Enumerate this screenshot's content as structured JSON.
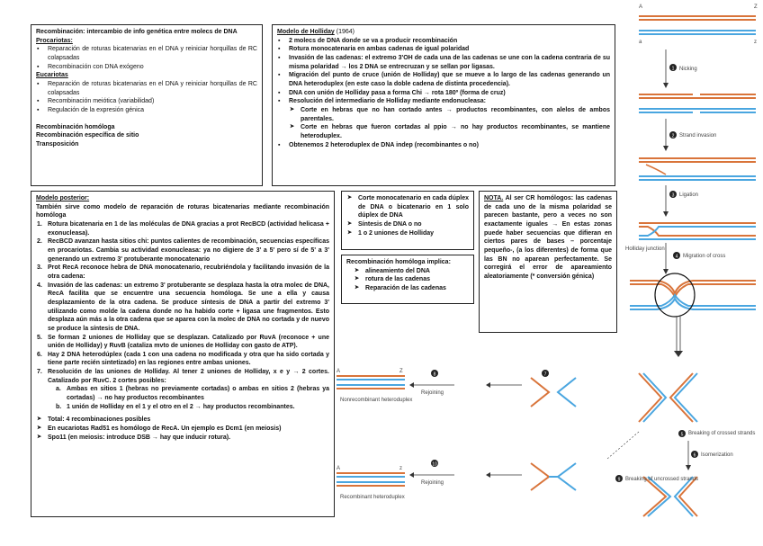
{
  "box1": {
    "title": "Recombinación: intercambio de info genética entre molecs de DNA",
    "prok_heading": "Procariotas:",
    "prok_items": [
      "Reparación de roturas bicatenarias en el DNA y reiniciar horquillas de RC colapsadas",
      "Recombinación con DNA exógeno"
    ],
    "euk_heading": "Eucariotas",
    "euk_items": [
      "Reparación de roturas bicatenarias en el DNA y reiniciar horquillas de RC colapsadas",
      "Recombinación meiótica (variabilidad)",
      "Regulación de la expresión génica"
    ],
    "types": [
      "Recombinación homóloga",
      "Recombinación específica de sitio",
      "Transposición"
    ]
  },
  "box2": {
    "title": "Modelo de Holliday",
    "year": "(1964)",
    "items": [
      "2 molecs de DNA donde se va a producir recombinación",
      "Rotura monocatenaria en ambas cadenas de igual polaridad",
      "Invasión de las cadenas: el extremo 3'OH de cada una de las cadenas se une con la cadena contraria de su misma polaridad → los 2 DNA se entrecruzan y se sellan por ligasas.",
      "Migración del punto de cruce (unión de Holliday) que se mueve a lo largo de las cadenas generando un DNA heteroduplex (en este caso la doble cadena de distinta procedencia).",
      "DNA con unión de Holliday pasa a forma Chi → rota 180º (forma de cruz)",
      "Resolución del intermediario de Holliday mediante endonucleasa:"
    ],
    "subitems": [
      "Corte en hebras que no han cortado antes → productos recombinantes, con alelos de ambos parentales.",
      "Corte en hebras que fueron cortadas al ppio → no hay productos recombinantes, se mantiene heteroduplex."
    ],
    "last_item": "Obtenemos 2 heteroduplex de DNA indep (recombinantes o no)"
  },
  "box3": {
    "title": "Modelo posterior:",
    "intro": "También sirve como modelo de reparación de roturas bicatenarias mediante recombinación homóloga",
    "steps": [
      {
        "num": "1.",
        "text": "Rotura bicatenaria en 1 de las moléculas de DNA gracias a prot RecBCD (actividad helicasa + exonucleasa)."
      },
      {
        "num": "2.",
        "text": "RecBCD avanzan hasta sitios chi: puntos calientes de recombinación, secuencias específicas en procariotas. Cambia su actividad exonucleasa: ya no digiere de 3' a 5' pero sí de 5' a 3' generando un extremo 3' protuberante monocatenario"
      },
      {
        "num": "3.",
        "text": "Prot RecA reconoce hebra de DNA monocatenario, recubriéndola y facilitando invasión de la otra cadena:"
      },
      {
        "num": "4.",
        "text": "Invasión de las cadenas: un extremo 3' protuberante se desplaza hasta la otra molec de DNA, RecA facilita que se encuentre una secuencia homóloga. Se une a ella y causa desplazamiento de la otra cadena. Se produce síntesis de DNA a partir del extremo 3' utilizando como molde la cadena donde no ha habido corte + ligasa une fragmentos. Esto desplaza aún más a la otra cadena que se aparea con la molec de DNA no cortada y de nuevo se produce la síntesis de DNA."
      },
      {
        "num": "5.",
        "text": "Se forman 2 uniones de Holliday que se desplazan. Catalizado por RuvA (reconoce + une unión de Holliday) y RuvB (cataliza mvto de uniones de Holliday con gasto de ATP)."
      },
      {
        "num": "6.",
        "text": "Hay 2 DNA heterodúplex (cada 1 con una cadena no modificada y otra que ha sido cortada y tiene parte recién sintetizado) en las regiones entre ambas uniones."
      },
      {
        "num": "7.",
        "text": "Resolución de las uniones de Holliday. Al tener 2 uniones de Holliday, x e y → 2 cortes. Catalizado por RuvC. 2 cortes posibles:"
      }
    ],
    "alpha": [
      {
        "num": "a.",
        "text": "Ambas en sitios 1 (hebras no previamente cortadas) o ambas en sitios 2 (hebras ya cortadas) → no hay productos recombinantes"
      },
      {
        "num": "b.",
        "text": "1 unión de Holliday en el 1 y el otro en el 2 → hay productos recombinantes."
      }
    ],
    "footer": [
      "Total: 4 recombinaciones posibles",
      "En eucariotas Rad51 es homólogo de RecA. Un ejemplo es Dcm1 (en meiosis)",
      "Spo11 (en meiosis: introduce DSB → hay que inducir rotura)."
    ]
  },
  "box4": {
    "items": [
      "Corte monocatenario en cada dúplex de DNA o bicatenario en 1 solo dúplex de DNA",
      "Síntesis de DNA o no",
      "1 o 2 uniones de Holliday"
    ]
  },
  "box5": {
    "title": "Recombinación homóloga implica:",
    "items": [
      "alineamiento del DNA",
      "rotura de las cadenas",
      "Reparación de las cadenas"
    ]
  },
  "box6": {
    "title": "NOTA.",
    "text": "Al ser CR homólogos: las cadenas de cada uno de la misma polaridad se parecen bastante, pero a veces no son exactamente iguales → En estas zonas puede haber secuencias que difieran en ciertos pares de bases – porcentaje pequeño-, (a los diferentes) de forma que las BN no aparean perfectamente. Se corregirá el error de apareamiento aleatoriamente (* conversión génica)"
  },
  "diagram": {
    "labels": {
      "a_top": "A",
      "z_top": "Z",
      "a_bot": "a",
      "z_bot": "z",
      "step1": "Nicking",
      "step2": "Strand invasion",
      "step3": "Ligation",
      "step4": "Migration of cross",
      "holliday": "Holliday junction",
      "step5": "Breaking of crossed strands",
      "step6": "Isomerization",
      "step7": "Breaking of uncrossed strands",
      "nums": [
        "1",
        "2",
        "3",
        "4",
        "5",
        "6",
        "7",
        "8",
        "9",
        "10"
      ],
      "rejoining1": "Rejoining",
      "rejoining2": "Rejoining",
      "nonrecomb": "Nonrecombinant heteroduplex",
      "recomb": "Recombinant heteroduplex"
    }
  },
  "colors": {
    "orange": "#d9743a",
    "blue": "#4aa6e0",
    "border": "#222222"
  }
}
